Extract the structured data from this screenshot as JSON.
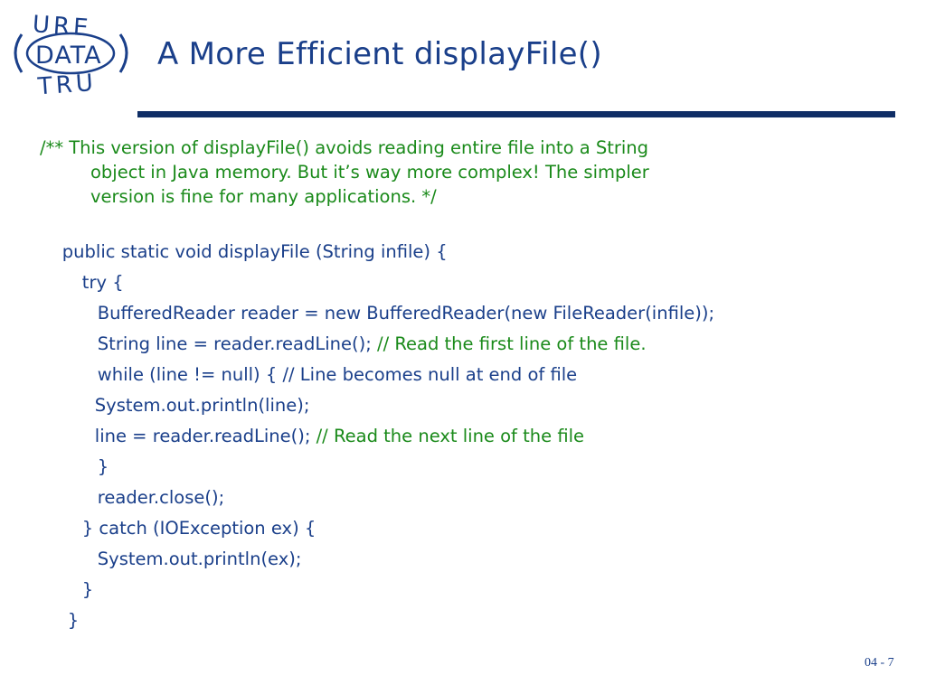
{
  "logo": {
    "top_text": "URE",
    "middle_text": "DATA",
    "bottom_text": "TRU"
  },
  "title": "A More Efficient displayFile()",
  "colors": {
    "text": "#1a3f8a",
    "comment": "#1a8a1a",
    "rule": "#0f2e66"
  },
  "code": {
    "doc_comment": [
      "/** This version of displayFile() avoids reading entire file into a String",
      "object in Java memory. But it’s way more complex!  The simpler",
      "version is fine for many applications. */"
    ],
    "lines": [
      {
        "code": "public static void displayFile (String infile) {",
        "comment": ""
      },
      {
        "code": "try {",
        "comment": ""
      },
      {
        "code": "BufferedReader reader = new BufferedReader(new FileReader(infile));",
        "comment": ""
      },
      {
        "code": "String line = reader.readLine(); ",
        "comment": "// Read the first line of the file."
      },
      {
        "code": "while (line != null) { // Line becomes null at end of file",
        "comment": ""
      },
      {
        "code": "System.out.println(line);",
        "comment": ""
      },
      {
        "code": "line = reader.readLine(); ",
        "comment": "// Read the next line of the file"
      },
      {
        "code": "}",
        "comment": ""
      },
      {
        "code": "reader.close();",
        "comment": ""
      },
      {
        "code": "} catch (IOException ex) {",
        "comment": ""
      },
      {
        "code": "System.out.println(ex);",
        "comment": ""
      },
      {
        "code": "}",
        "comment": ""
      },
      {
        "code": "}",
        "comment": ""
      }
    ]
  },
  "page_number": "04 - 7"
}
